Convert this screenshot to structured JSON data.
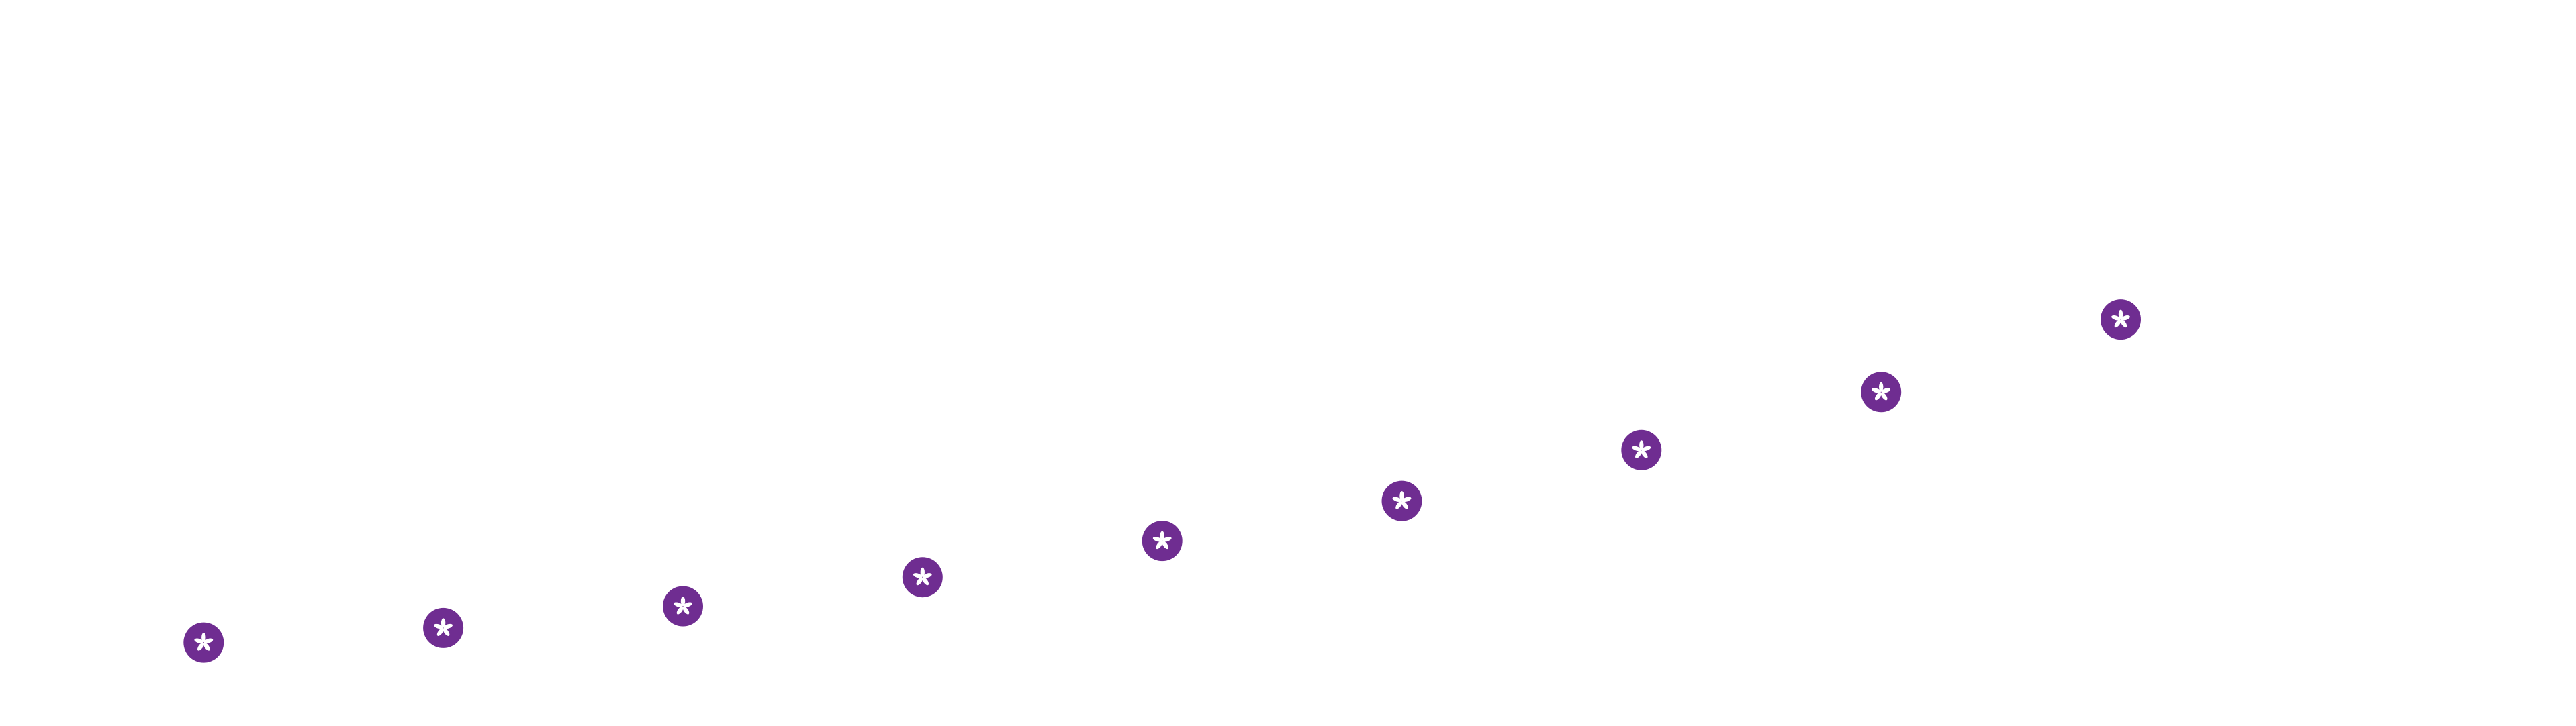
{
  "chart_data": {
    "type": "scatter",
    "series": [
      {
        "values": [
          {
            "x": 1,
            "y": 0.55
          },
          {
            "x": 2,
            "y": 0.75
          },
          {
            "x": 3,
            "y": 1.05
          },
          {
            "x": 4,
            "y": 1.45
          },
          {
            "x": 5,
            "y": 1.95
          },
          {
            "x": 6,
            "y": 2.5
          },
          {
            "x": 7,
            "y": 3.2
          },
          {
            "x": 8,
            "y": 4.0
          },
          {
            "x": 9,
            "y": 5.0
          }
        ],
        "marker": "flower-icon"
      }
    ],
    "xlim": [
      0.15,
      10.9
    ],
    "ylim": [
      -0.6,
      9.4
    ],
    "grid": false,
    "colors": {
      "marker_fill": "#6f2d91",
      "marker_glyph": "#ffffff",
      "background": "#ffffff"
    }
  }
}
